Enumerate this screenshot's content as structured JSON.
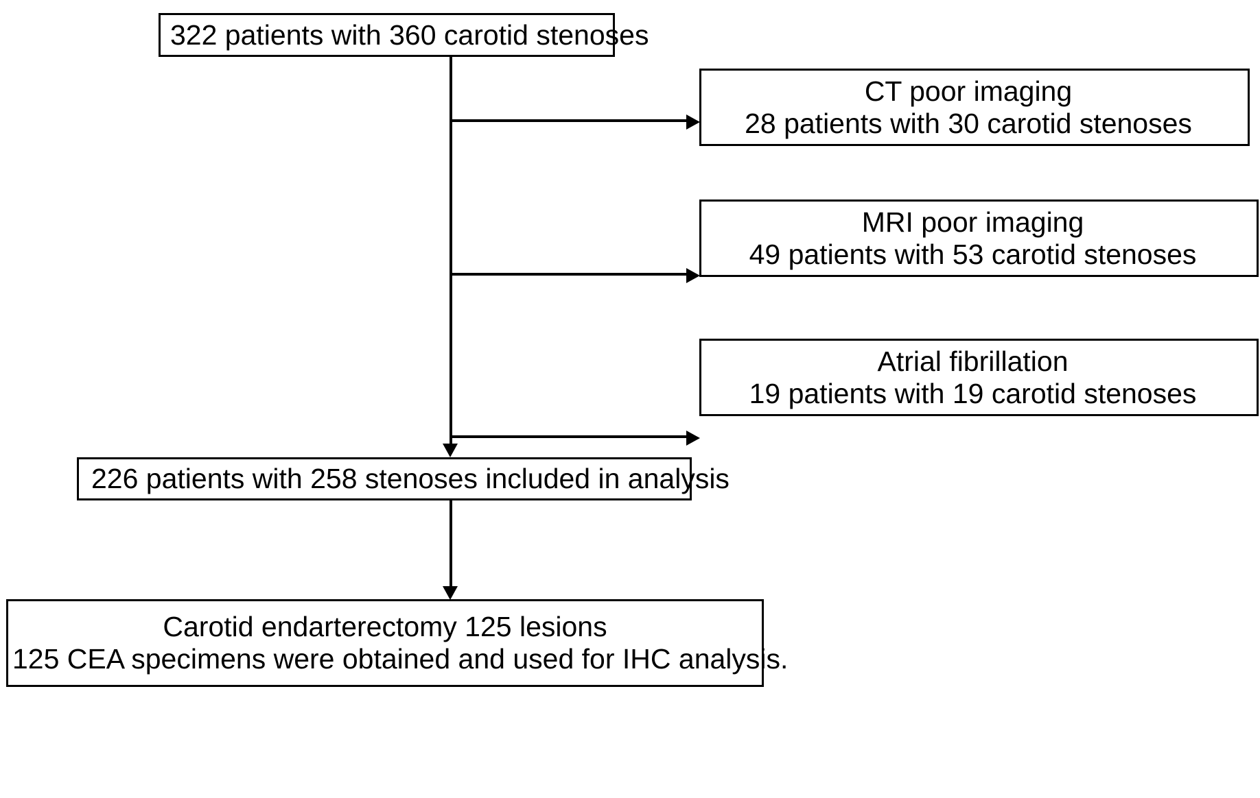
{
  "diagram": {
    "title": "Patient selection flowchart",
    "type": "flowchart",
    "stroke_color": "#000000",
    "background_color": "#ffffff",
    "nodes": {
      "top": {
        "id": "enrolled",
        "lines": [
          "322 patients with 360 carotid stenoses"
        ],
        "counts": {
          "patients": 322,
          "stenoses": 360
        }
      },
      "exclusion_ct": {
        "id": "ct-poor-imaging",
        "lines": [
          "CT poor imaging",
          "28 patients with 30 carotid stenoses"
        ],
        "counts": {
          "patients": 28,
          "stenoses": 30
        }
      },
      "exclusion_mri": {
        "id": "mri-poor-imaging",
        "lines": [
          "MRI poor imaging",
          "49 patients with 53 carotid stenoses"
        ],
        "counts": {
          "patients": 49,
          "stenoses": 53
        }
      },
      "exclusion_af": {
        "id": "atrial-fibrillation",
        "lines": [
          "Atrial fibrillation",
          "19 patients with 19 carotid stenoses"
        ],
        "counts": {
          "patients": 19,
          "stenoses": 19
        }
      },
      "included": {
        "id": "included-in-analysis",
        "lines": [
          "226 patients with 258 stenoses included in analysis"
        ],
        "counts": {
          "patients": 226,
          "stenoses": 258
        }
      },
      "cea": {
        "id": "carotid-endarterectomy",
        "lines": [
          "Carotid endarterectomy 125 lesions",
          "125 CEA specimens were obtained and used for IHC analysis."
        ],
        "counts": {
          "lesions": 125,
          "specimens": 125
        }
      }
    },
    "edges": [
      {
        "from": "enrolled",
        "to": "ct-poor-imaging",
        "kind": "exclusion"
      },
      {
        "from": "enrolled",
        "to": "mri-poor-imaging",
        "kind": "exclusion"
      },
      {
        "from": "enrolled",
        "to": "atrial-fibrillation",
        "kind": "exclusion"
      },
      {
        "from": "enrolled",
        "to": "included-in-analysis",
        "kind": "main"
      },
      {
        "from": "included-in-analysis",
        "to": "carotid-endarterectomy",
        "kind": "main"
      }
    ]
  }
}
